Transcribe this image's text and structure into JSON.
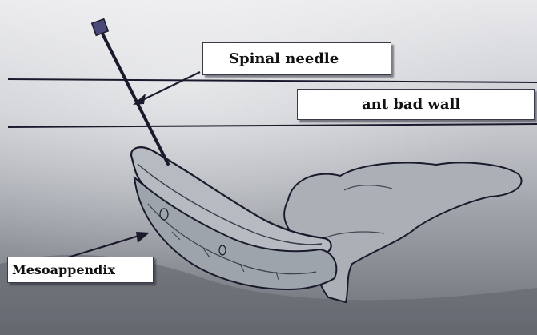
{
  "labels": {
    "spinal_needle": "Spinal needle",
    "ant_abd_wall": "ant bad wall",
    "mesoappendix": "Mesoappendix"
  },
  "colors": {
    "background_light": "#e7e7ea",
    "background_mid": "#b9bcc1",
    "background_dark": "#6d7178",
    "ink": "#1a1a2c",
    "needle_hub": "#4a4a7a",
    "bowel_fill": "#aab0b6"
  }
}
